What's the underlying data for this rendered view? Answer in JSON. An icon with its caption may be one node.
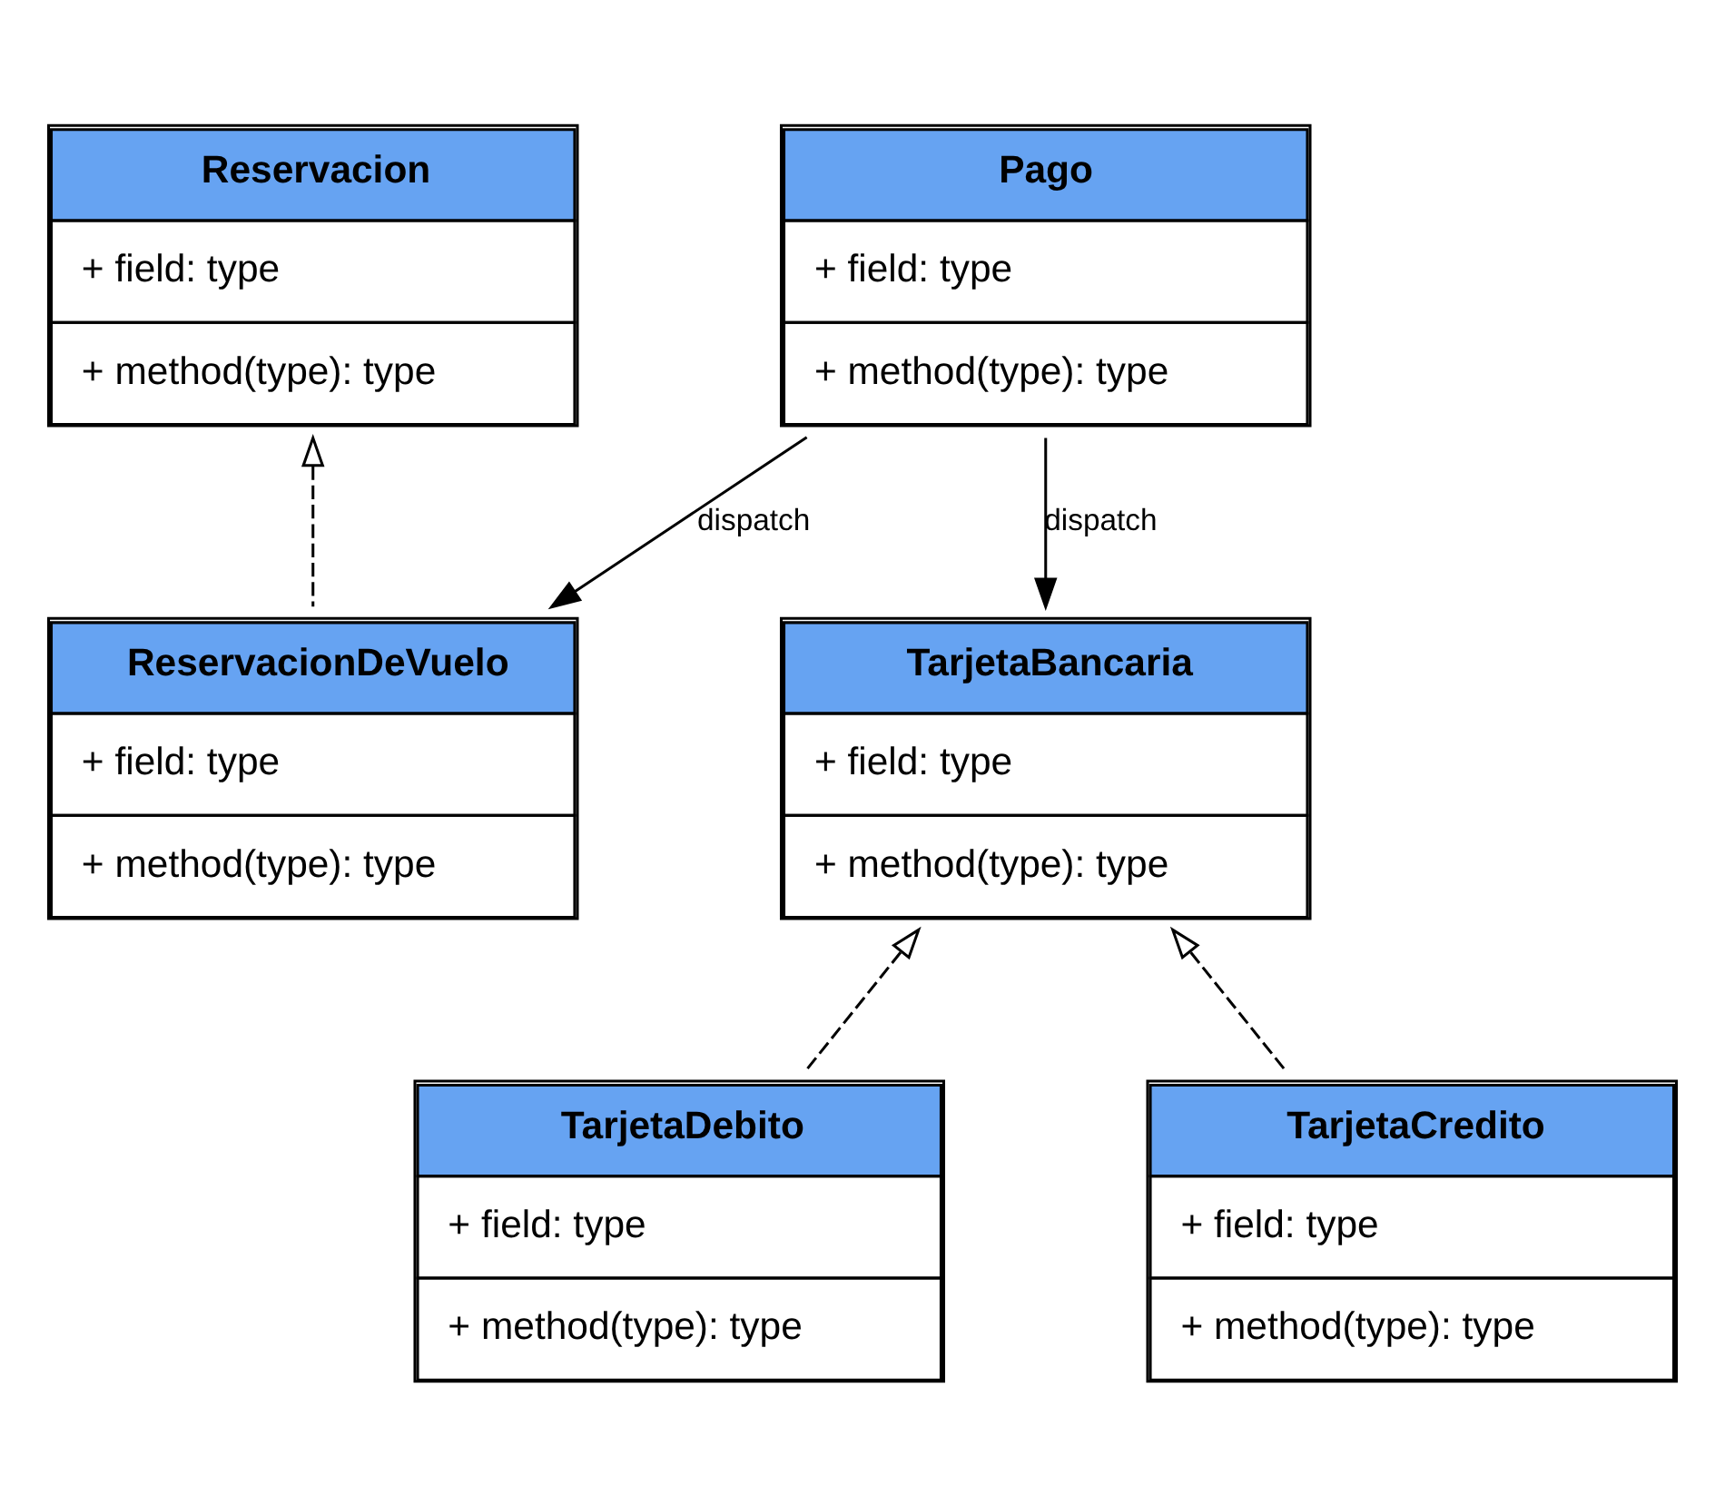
{
  "diagram": {
    "nodes": [
      {
        "text": [
          "Reservacion",
          "+ field: type",
          "+ method(type): type"
        ]
      },
      {
        "text": [
          "ReservacionDeVuelo",
          "+ field: type",
          "+ method(type): type"
        ]
      },
      {
        "text": [
          "Pago",
          "+ field: type",
          "+ method(type): type"
        ]
      },
      {
        "text": [
          "TarjetaBancaria",
          "+ field: type",
          "+ method(type): type"
        ]
      },
      {
        "text": [
          "TarjetaDebito",
          "+ field: type",
          "+ method(type): type"
        ]
      },
      {
        "text": [
          "TarjetaCredito",
          "+ field: type",
          "+ method(type): type"
        ]
      }
    ],
    "edges": [
      {
        "from": 1,
        "to": 0,
        "arrow": "to",
        "style": "dashed"
      },
      {
        "from": 2,
        "to": 1,
        "arrow": "to",
        "label": "dispatch"
      },
      {
        "from": 2,
        "to": 3,
        "arrow": "to",
        "label": "dispatch"
      },
      {
        "from": 4,
        "to": 3,
        "arrow": "to",
        "style": "dashed"
      },
      {
        "from": 5,
        "to": 3,
        "arrow": "to",
        "style": "dashed"
      }
    ]
  }
}
